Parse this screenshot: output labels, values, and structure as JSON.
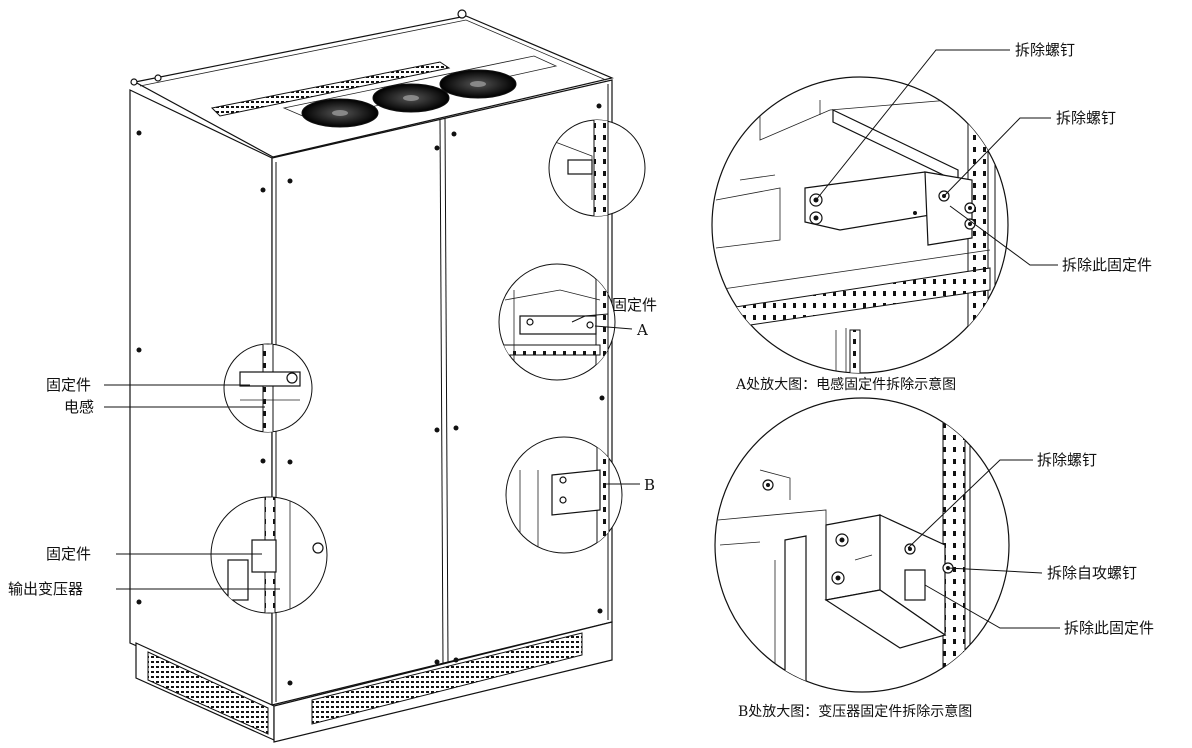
{
  "labels": {
    "a_fixture": "固定件",
    "a_marker": "A",
    "b_marker": "B",
    "left_fixture_1": "固定件",
    "inductor": "电感",
    "left_fixture_2": "固定件",
    "output_transformer": "输出变压器",
    "zoom_a_remove_screw_1": "拆除螺钉",
    "zoom_a_remove_screw_2": "拆除螺钉",
    "zoom_a_remove_fixture": "拆除此固定件",
    "zoom_b_remove_screw": "拆除螺钉",
    "zoom_b_remove_self_tapping_screw": "拆除自攻螺钉",
    "zoom_b_remove_fixture": "拆除此固定件"
  },
  "captions": {
    "zoom_a": "A处放大图：电感固定件拆除示意图",
    "zoom_b": "B处放大图：变压器固定件拆除示意图"
  }
}
